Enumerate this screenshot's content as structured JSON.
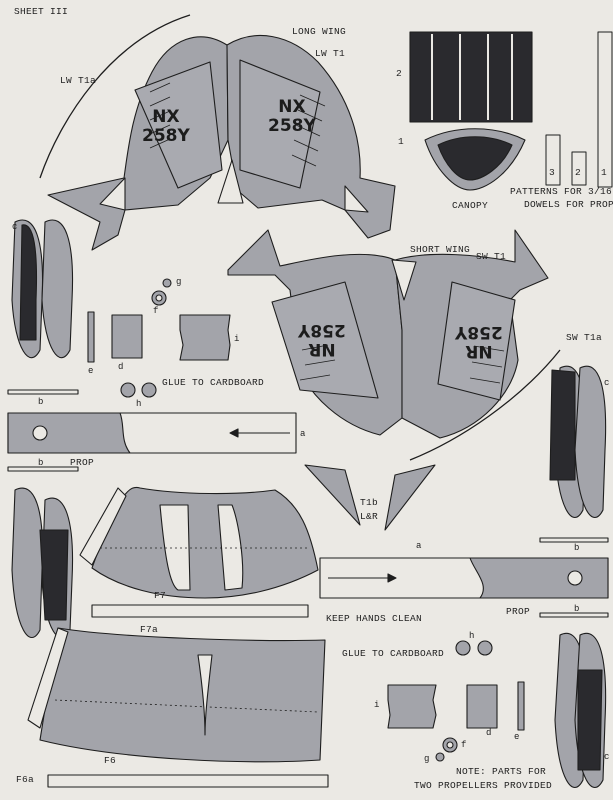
{
  "sheet": {
    "title": "SHEET III",
    "long_wing": {
      "heading": "LONG WING",
      "part_right": "LW T1",
      "part_left": "LW T1a"
    },
    "short_wing": {
      "heading": "SHORT WING",
      "part_right": "SW T1",
      "part_left": "SW T1a"
    },
    "canopy": {
      "label": "CANOPY",
      "num_1": "1",
      "num_2": "2"
    },
    "patterns": {
      "line1": "PATTERNS FOR 3/16",
      "line2": "DOWELS FOR PROP",
      "nums": [
        "3",
        "2",
        "1"
      ]
    },
    "registration": {
      "long": {
        "line1": "NX",
        "line2": "258Y"
      },
      "short": {
        "line1": "NR",
        "line2": "258Y"
      }
    },
    "tail": {
      "line1": "T1b",
      "line2": "L&R"
    },
    "notes": {
      "glue_1": "GLUE TO CARDBOARD",
      "glue_2": "GLUE TO CARDBOARD",
      "keep_clean": "KEEP HANDS CLEAN",
      "prop_1": "PROP",
      "prop_2": "PROP",
      "parts_line1": "NOTE: PARTS FOR",
      "parts_line2": "TWO PROPELLERS PROVIDED"
    },
    "fuselage": {
      "f7": "F7",
      "f7a": "F7a",
      "f6": "F6",
      "f6a": "F6a"
    },
    "letters": {
      "a1": "a",
      "a2": "a",
      "b1": "b",
      "b2": "b",
      "b3": "b",
      "b4": "b",
      "c1": "c",
      "c2": "c",
      "c3": "c",
      "d1": "d",
      "d2": "d",
      "e1": "e",
      "e2": "e",
      "f1": "f",
      "f2": "f",
      "g1": "g",
      "g2": "g",
      "h1": "h",
      "h2": "h",
      "i1": "i",
      "i2": "i"
    },
    "colors": {
      "paper": "#ebe9e4",
      "part_grey": "#a3a4aa",
      "dark": "#2a2a2e",
      "line": "#1e1e1e"
    }
  }
}
